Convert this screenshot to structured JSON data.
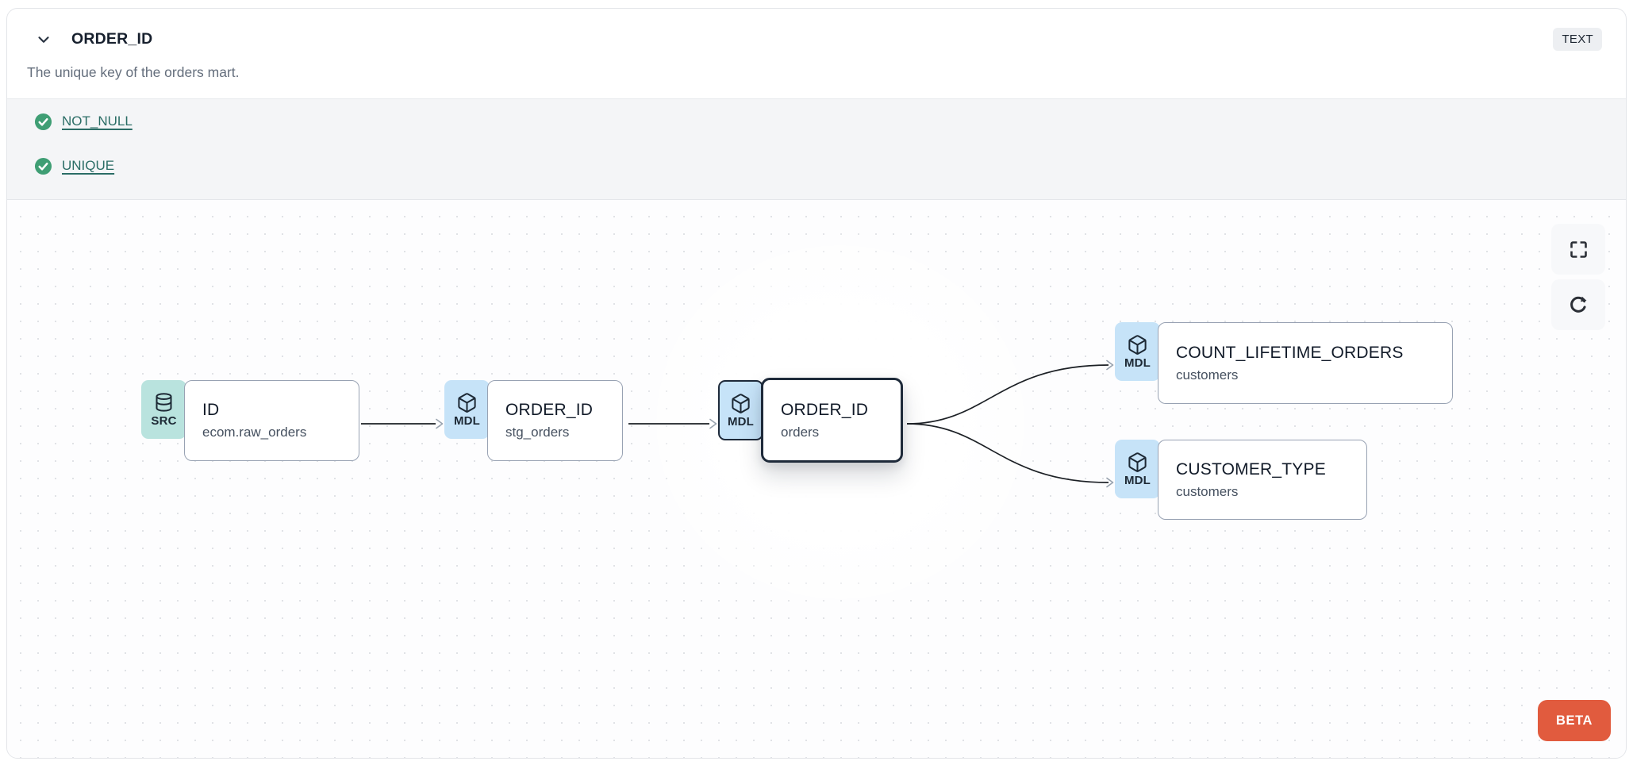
{
  "header": {
    "title": "ORDER_ID",
    "type_badge": "TEXT",
    "description": "The unique key of the orders mart."
  },
  "tests": {
    "items": [
      {
        "label": "NOT_NULL",
        "status": "pass"
      },
      {
        "label": "UNIQUE",
        "status": "pass"
      }
    ]
  },
  "lineage": {
    "nodes": [
      {
        "badge": "SRC",
        "icon": "database-icon",
        "title": "ID",
        "subtitle": "ecom.raw_orders",
        "selected": false
      },
      {
        "badge": "MDL",
        "icon": "cube-icon",
        "title": "ORDER_ID",
        "subtitle": "stg_orders",
        "selected": false
      },
      {
        "badge": "MDL",
        "icon": "cube-icon",
        "title": "ORDER_ID",
        "subtitle": "orders",
        "selected": true
      },
      {
        "badge": "MDL",
        "icon": "cube-icon",
        "title": "COUNT_LIFETIME_ORDERS",
        "subtitle": "customers",
        "selected": false
      },
      {
        "badge": "MDL",
        "icon": "cube-icon",
        "title": "CUSTOMER_TYPE",
        "subtitle": "customers",
        "selected": false
      }
    ],
    "beta_label": "BETA"
  },
  "colors": {
    "src_badge_bg": "#b9e3de",
    "mdl_badge_bg": "#c6e3f8",
    "selected_border": "#1e2a3a",
    "node_border": "#98a2b3",
    "edge": "#1c2025",
    "arrowhead": "#98a2ae",
    "test_pass_green": "#3f9e74",
    "test_link": "#2b6d66",
    "tests_section_bg": "#f4f5f7",
    "type_badge_bg": "#edeff2",
    "beta_bg": "#e15b3e"
  }
}
